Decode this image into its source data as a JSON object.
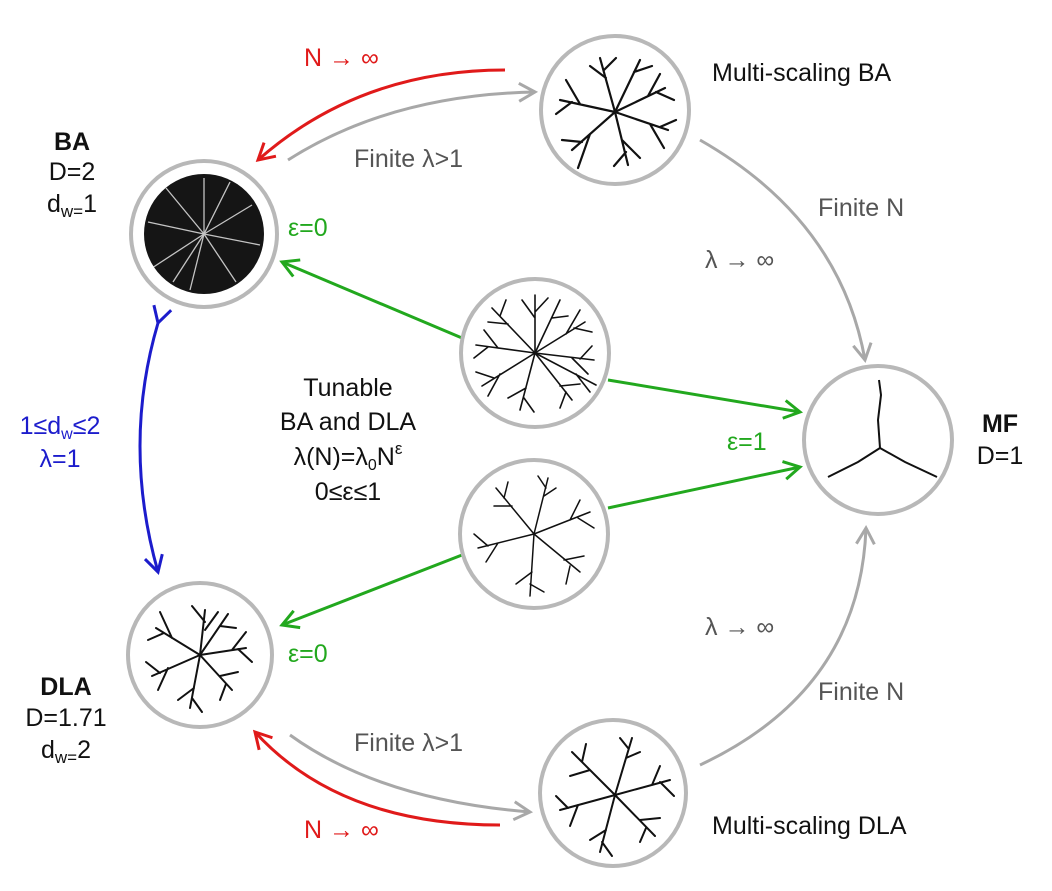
{
  "nodes": {
    "ba": {
      "title": "BA",
      "line1": "D=2",
      "line2_main": "d",
      "line2_sub": "w=",
      "line2_tail": "1"
    },
    "dla": {
      "title": "DLA",
      "line1": "D=1.71",
      "line2_main": "d",
      "line2_sub": "w=",
      "line2_tail": "2"
    },
    "mf": {
      "title": "MF",
      "line1": "D=1"
    },
    "ms_ba": {
      "title": "Multi-scaling BA"
    },
    "ms_dla": {
      "title": "Multi-scaling DLA"
    }
  },
  "center": {
    "line1": "Tunable",
    "line2": "BA and DLA",
    "line3_a": "λ(N)=λ",
    "line3_sub": "0",
    "line3_b": "N",
    "line3_sup": "ε",
    "line4": "0≤ε≤1"
  },
  "edges": {
    "ba_to_msba": "Finite λ>1",
    "msba_to_ba": "N → ∞",
    "dla_to_msdla": "Finite λ>1",
    "msdla_to_dla": "N → ∞",
    "msba_to_mf_a": "Finite N",
    "msba_to_mf_b": "λ → ∞",
    "msdla_to_mf_a": "Finite N",
    "msdla_to_mf_b": "λ → ∞",
    "to_ba_eps": "ε=0",
    "to_dla_eps": "ε=0",
    "to_mf_eps": "ε=1",
    "ba_dla_a_pre": "1≤d",
    "ba_dla_a_sub": "w",
    "ba_dla_a_post": "≤2",
    "ba_dla_b": "λ=1"
  },
  "colors": {
    "red": "#e01a1a",
    "green": "#22a81e",
    "blue": "#1c1ccc",
    "grey_arrow": "#a8a8a8",
    "circle": "#b8b8b8"
  },
  "icons": [
    "ba-cluster-icon",
    "dla-cluster-icon",
    "multiscaling-ba-icon",
    "multiscaling-dla-icon",
    "tunable-ba-icon",
    "tunable-dla-icon",
    "mean-field-icon"
  ]
}
